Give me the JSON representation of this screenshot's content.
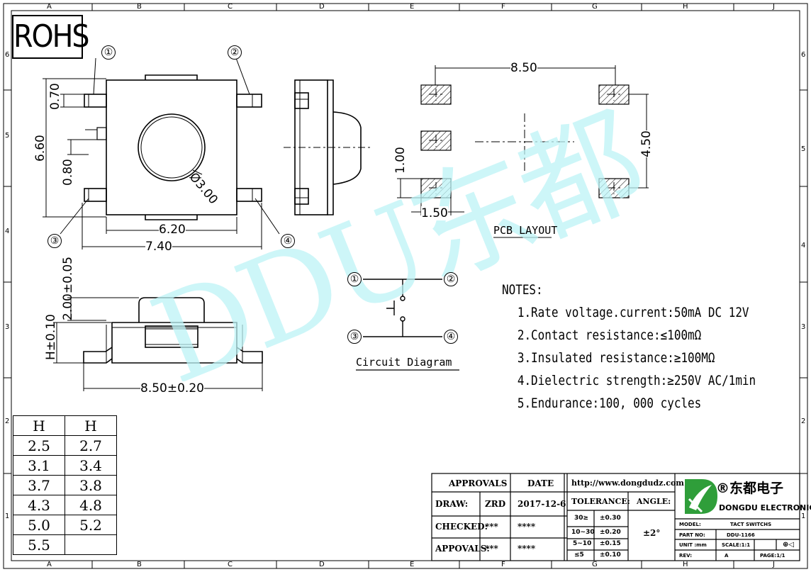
{
  "rohs": "ROHS",
  "zones": {
    "columns": [
      "A",
      "B",
      "C",
      "D",
      "E",
      "F",
      "G",
      "H",
      "J"
    ],
    "rows": [
      "6",
      "5",
      "4",
      "3",
      "2",
      "1"
    ]
  },
  "pins": [
    "①",
    "②",
    "③",
    "④"
  ],
  "dimensions": {
    "d070": "0.70",
    "d660": "6.60",
    "d080": "0.80",
    "d620": "6.20",
    "d740": "7.40",
    "d300": "Ø3.00",
    "d200": "2.00±0.05",
    "h010": "H±0.10",
    "d850w": "8.50±0.20",
    "pcb850": "8.50",
    "pcb450": "4.50",
    "pcb100": "1.00",
    "pcb150": "1.50"
  },
  "pcb_layout_label": "PCB LAYOUT",
  "circuit_label": "Circuit Diagram",
  "notes": {
    "title": "NOTES:",
    "items": [
      "1.Rate voltage.current:50mA DC 12V",
      "2.Contact resistance:≤100mΩ",
      "3.Insulated resistance:≥100MΩ",
      "4.Dielectric strength:≥250V AC/1min",
      "5.Endurance:100, 000 cycles"
    ]
  },
  "height_table": {
    "headers": [
      "H",
      "H"
    ],
    "rows": [
      [
        "2.5",
        "2.7"
      ],
      [
        "3.1",
        "3.4"
      ],
      [
        "3.7",
        "3.8"
      ],
      [
        "4.3",
        "4.8"
      ],
      [
        "5.0",
        "5.2"
      ],
      [
        "5.5",
        ""
      ]
    ]
  },
  "title_block": {
    "approvals": "APPROVALS",
    "date": "DATE",
    "website": "http://www.dongdudz.com",
    "draw_label": "DRAW:",
    "draw_name": "ZRD",
    "draw_date": "2017-12-6",
    "checked_label": "CHECKED:",
    "checked_name": "***",
    "checked_date": "****",
    "approvals_label": "APPOVALS:",
    "approvals_name": "***",
    "approvals_date": "****",
    "tolerance_label": "TOLERANCE:",
    "angle_label": "ANGLE:",
    "angle_value": "±2°",
    "tolerances": [
      [
        "30≥",
        "±0.30"
      ],
      [
        "10~30",
        "±0.20"
      ],
      [
        "5~10",
        "±0.15"
      ],
      [
        "≤5",
        "±0.10"
      ]
    ],
    "company_cn": "®东都电子",
    "company_en": "DONGDU ELECTRONICS",
    "model_label": "MODEL:",
    "model_value": "TACT SWITCHS",
    "partno_label": "PART NO:",
    "partno_value": "DDU-1166",
    "unit_label": "UNIT :mm",
    "scale_label": "SCALE:1:1",
    "rev_label": "REV:",
    "rev_value": "A",
    "page_label": "PAGE:1/1"
  },
  "watermark": "DDU东都"
}
